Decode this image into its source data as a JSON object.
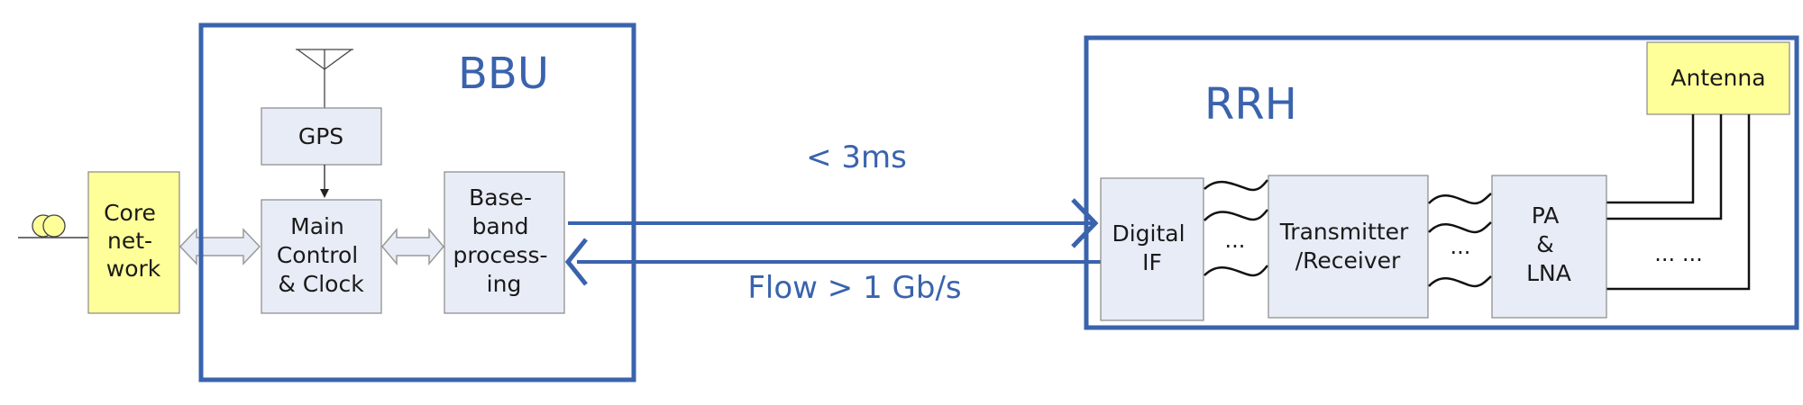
{
  "bbu": {
    "title": "BBU"
  },
  "rrh": {
    "title": "RRH"
  },
  "gps": {
    "label": "GPS"
  },
  "core_network": {
    "lines": [
      "Core",
      "net-",
      "work"
    ]
  },
  "main_control": {
    "lines": [
      "Main",
      "Control",
      "& Clock"
    ]
  },
  "baseband": {
    "lines": [
      "Base-",
      "band",
      "process-",
      "ing"
    ]
  },
  "digital_if": {
    "lines": [
      "Digital",
      "IF"
    ]
  },
  "transceiver": {
    "lines": [
      "Transmitter",
      "/Receiver"
    ]
  },
  "pa_lna": {
    "lines": [
      "PA",
      "&",
      "LNA"
    ]
  },
  "antenna": {
    "label": "Antenna"
  },
  "link": {
    "latency": "< 3ms",
    "flow": "Flow > 1 Gb/s"
  },
  "ellipsis": {
    "after_if": "...",
    "after_transceiver": "...",
    "after_pa": "... ..."
  },
  "colors": {
    "container_border": "#3a63ad",
    "block_fill": "#e8ecf6",
    "highlight_fill": "#ffff99",
    "text_accent": "#3a63ad"
  }
}
